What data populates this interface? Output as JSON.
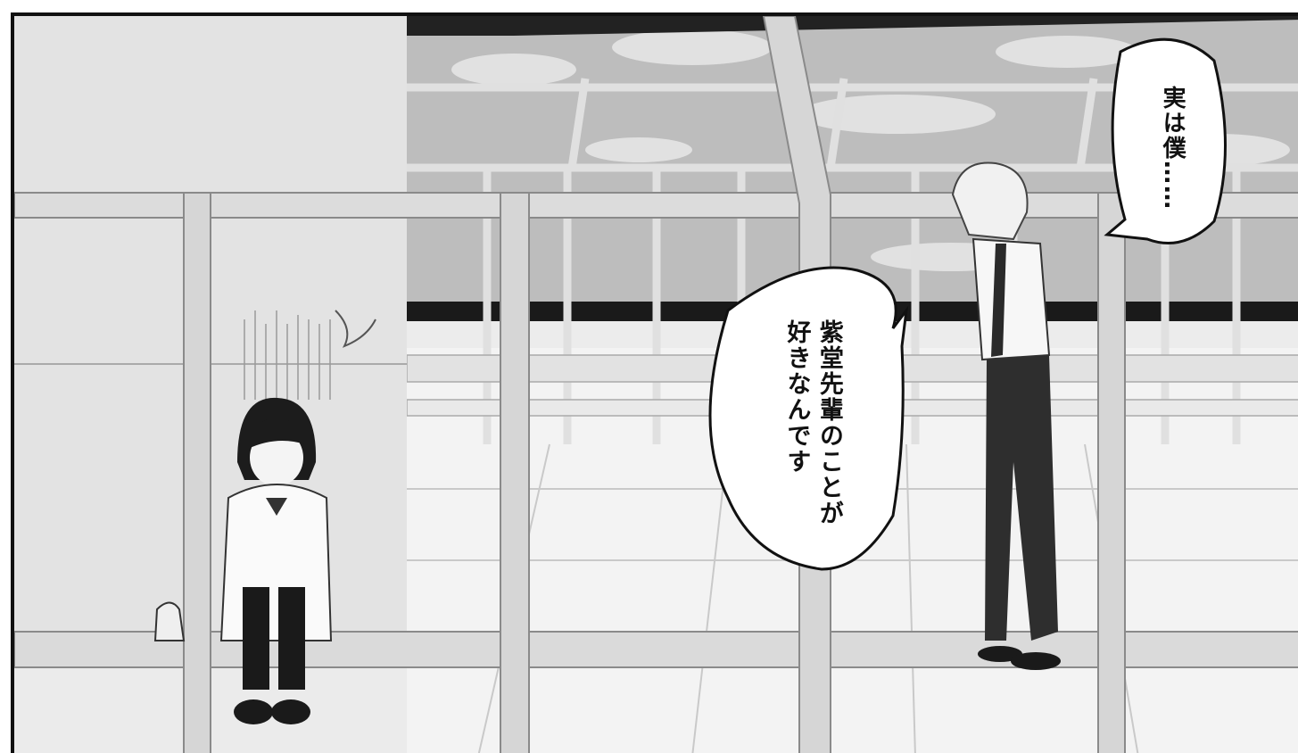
{
  "panel": {
    "bubbles": [
      {
        "lines": [
          "実は僕……"
        ]
      },
      {
        "lines": [
          "紫堂先輩のことが",
          "好きなんです"
        ]
      }
    ]
  },
  "colors": {
    "ink": "#111111",
    "wall": "#e4e4e4",
    "sky": "#b9b9b9",
    "floor": "#f2f2f2",
    "rail": "#d8d8d8"
  }
}
